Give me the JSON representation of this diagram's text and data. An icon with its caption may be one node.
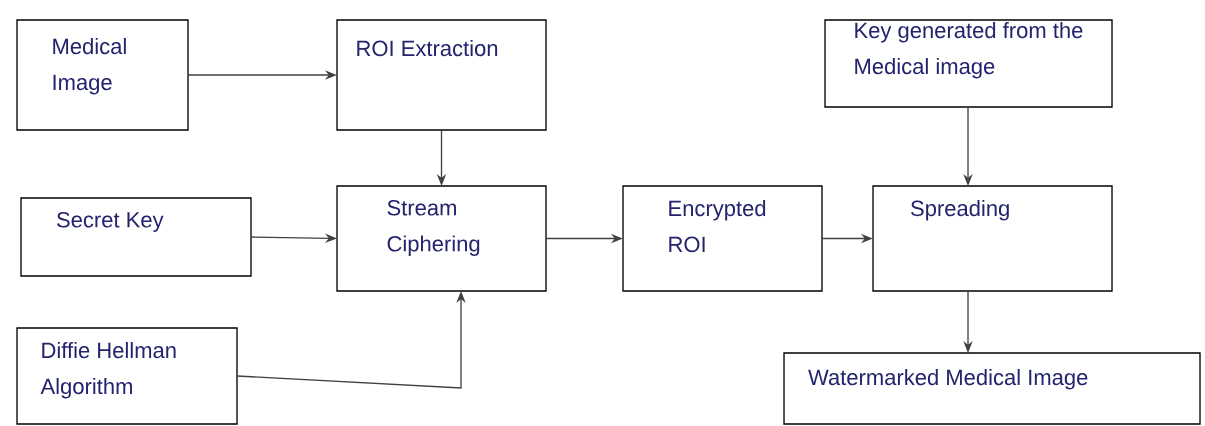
{
  "diagram": {
    "nodes": [
      {
        "text": [
          "Medical Image"
        ]
      },
      {
        "text": [
          "ROI Extraction"
        ]
      },
      {
        "text": [
          "Key generated from the Medical image"
        ]
      },
      {
        "text": [
          "Secret Key"
        ]
      },
      {
        "text": [
          "Stream Ciphering"
        ]
      },
      {
        "text": [
          "Encrypted ROI"
        ]
      },
      {
        "text": [
          "Spreading"
        ]
      },
      {
        "text": [
          "Diffie Hellman Algorithm"
        ]
      },
      {
        "text": [
          "Watermarked Medical Image"
        ]
      }
    ],
    "edges": [
      {
        "from": 0,
        "to": 1,
        "arrow": "to"
      },
      {
        "from": 1,
        "to": 4,
        "arrow": "to"
      },
      {
        "from": 3,
        "to": 4,
        "arrow": "to"
      },
      {
        "from": 7,
        "to": 4,
        "arrow": "to"
      },
      {
        "from": 4,
        "to": 5,
        "arrow": "to"
      },
      {
        "from": 5,
        "to": 6,
        "arrow": "to"
      },
      {
        "from": 2,
        "to": 6,
        "arrow": "to"
      },
      {
        "from": 6,
        "to": 8,
        "arrow": "to"
      }
    ]
  }
}
